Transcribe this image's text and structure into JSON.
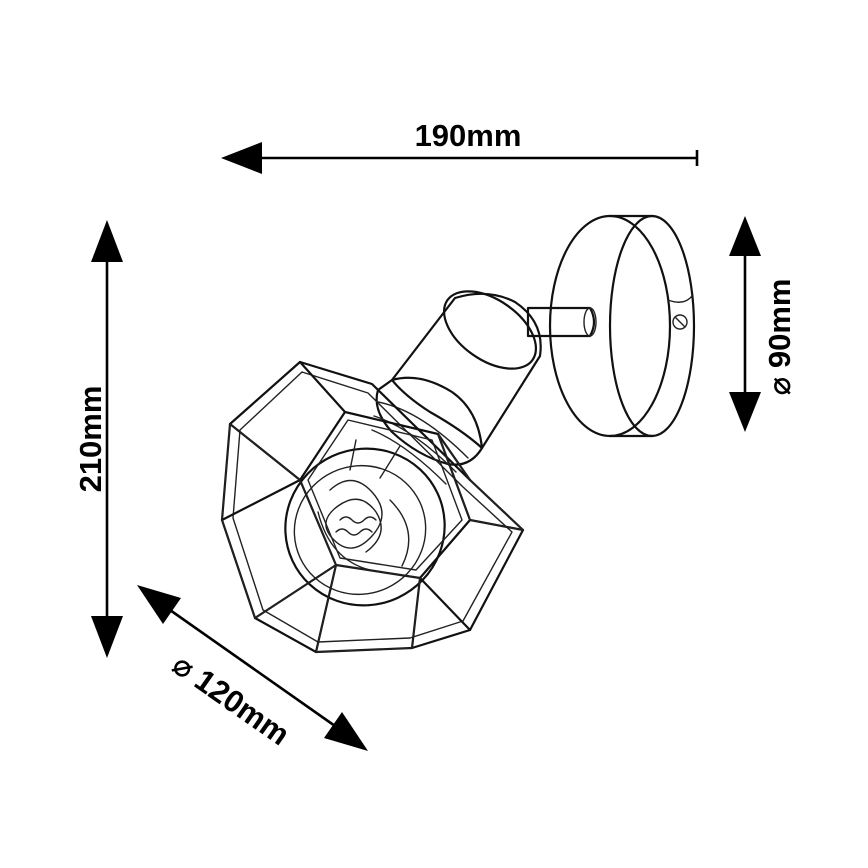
{
  "dimensions": {
    "width_label": "190mm",
    "height_label": "210mm",
    "base_diameter_label": "⌀ 90mm",
    "shade_diameter_label": "⌀ 120mm"
  },
  "colors": {
    "ink": "#000000",
    "background": "#ffffff"
  }
}
